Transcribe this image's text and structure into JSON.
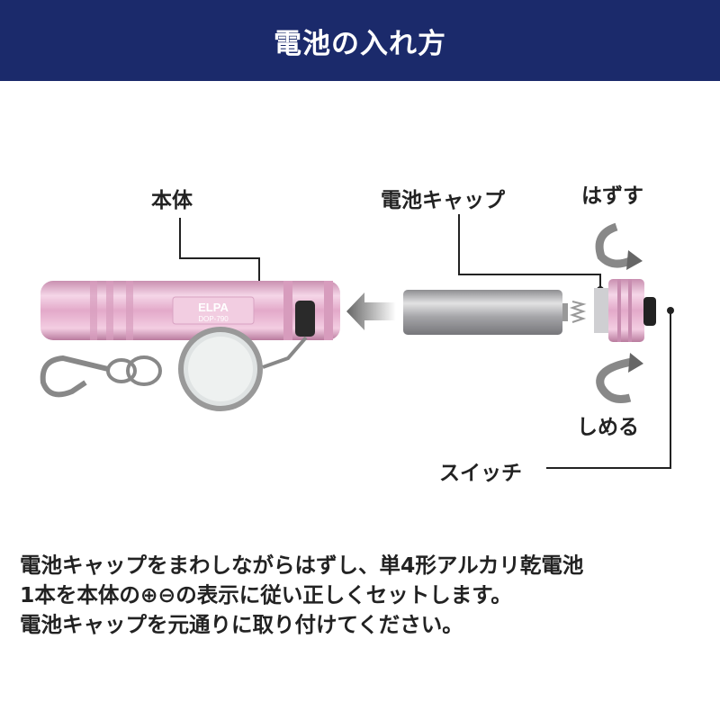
{
  "header": {
    "title": "電池の入れ方"
  },
  "labels": {
    "body": "本体",
    "battery_cap": "電池キャップ",
    "remove": "はずす",
    "tighten": "しめる",
    "switch": "スイッチ"
  },
  "product": {
    "brand": "ELPA",
    "model": "DOP-790"
  },
  "instructions": [
    "電池キャップをまわしながらはずし、単4形アルカリ乾電池",
    "1本を本体の⊕⊖の表示に従い正しくセットします。",
    "電池キャップを元通りに取り付けてください。"
  ],
  "colors": {
    "header": "#1b2a6b",
    "body_pink": "#e7b5d2",
    "battery": "#a9a9ab"
  }
}
